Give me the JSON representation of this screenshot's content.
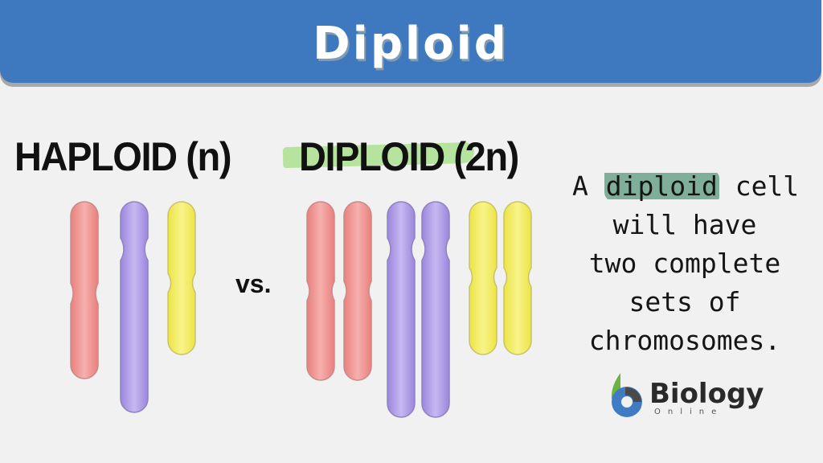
{
  "banner": {
    "title": "Diploid",
    "color": "#3e78be"
  },
  "headings": {
    "haploid": "HAPLOID (n)",
    "diploid": "DIPLOID (2n)"
  },
  "comparison_label": "vs.",
  "chromosome_colors": {
    "red": "#ee8d8b",
    "purple": "#a795e4",
    "yellow": "#f2eb55"
  },
  "haploid_set": [
    {
      "color": "red",
      "count": 1
    },
    {
      "color": "purple",
      "count": 1
    },
    {
      "color": "yellow",
      "count": 1
    }
  ],
  "diploid_set": [
    {
      "color": "red",
      "count": 2
    },
    {
      "color": "purple",
      "count": 2
    },
    {
      "color": "yellow",
      "count": 2
    }
  ],
  "note": {
    "line1_pre": "A ",
    "line1_highlight": "diploid",
    "line1_post": " cell",
    "line2": "will have",
    "line3": "two complete",
    "line4": "sets of",
    "line5": "chromosomes."
  },
  "logo": {
    "word": "Biology",
    "sub": "Online"
  }
}
